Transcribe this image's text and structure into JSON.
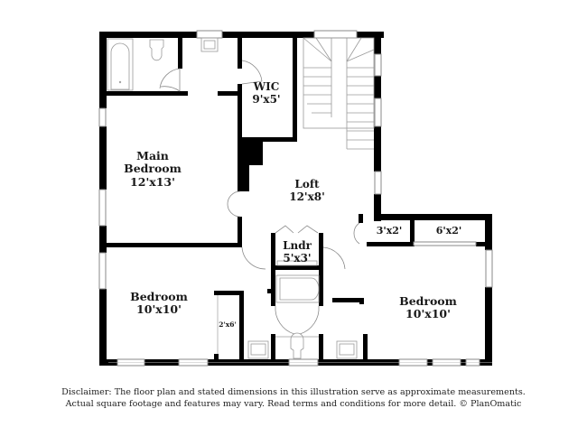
{
  "floor_plan": {
    "rooms": [
      {
        "id": "wic",
        "name": "WIC",
        "size": "9'x5'"
      },
      {
        "id": "main-bedroom",
        "name": "Main Bedroom",
        "name_lines": [
          "Main",
          "Bedroom"
        ],
        "size": "12'x13'"
      },
      {
        "id": "loft",
        "name": "Loft",
        "size": "12'x8'"
      },
      {
        "id": "laundry",
        "name": "Lndr",
        "size": "5'x3'"
      },
      {
        "id": "closet-3x2",
        "name": "",
        "size": "3'x2'"
      },
      {
        "id": "closet-6x2",
        "name": "",
        "size": "6'x2'"
      },
      {
        "id": "bedroom-left",
        "name": "Bedroom",
        "size": "10'x10'"
      },
      {
        "id": "closet-2x6",
        "name": "",
        "size": "2'x6'"
      },
      {
        "id": "bedroom-right",
        "name": "Bedroom",
        "size": "10'x10'"
      }
    ],
    "wall_color": "#000000",
    "fixture_color": "#9a9a9a"
  },
  "disclaimer": {
    "line1": "Disclaimer: The floor plan and stated dimensions in this illustration serve as approximate measurements.",
    "line2": "Actual square footage and features may vary. Read terms and conditions for more detail. © PlanOmatic"
  }
}
